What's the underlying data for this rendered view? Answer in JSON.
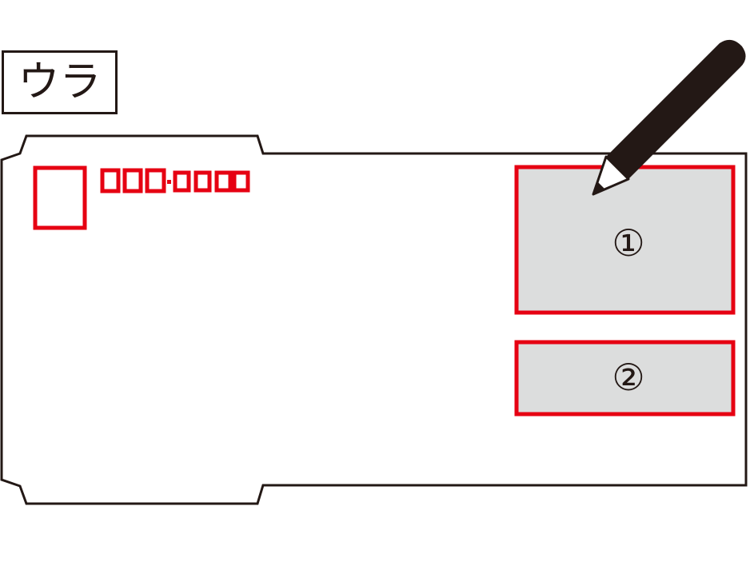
{
  "label": "ウラ",
  "postal_code_hint": "□□□-□□□□",
  "fields": [
    {
      "number": "①"
    },
    {
      "number": "②"
    }
  ],
  "colors": {
    "accent_red": "#e60012",
    "field_fill": "#dcdddd",
    "outline": "#231815"
  }
}
